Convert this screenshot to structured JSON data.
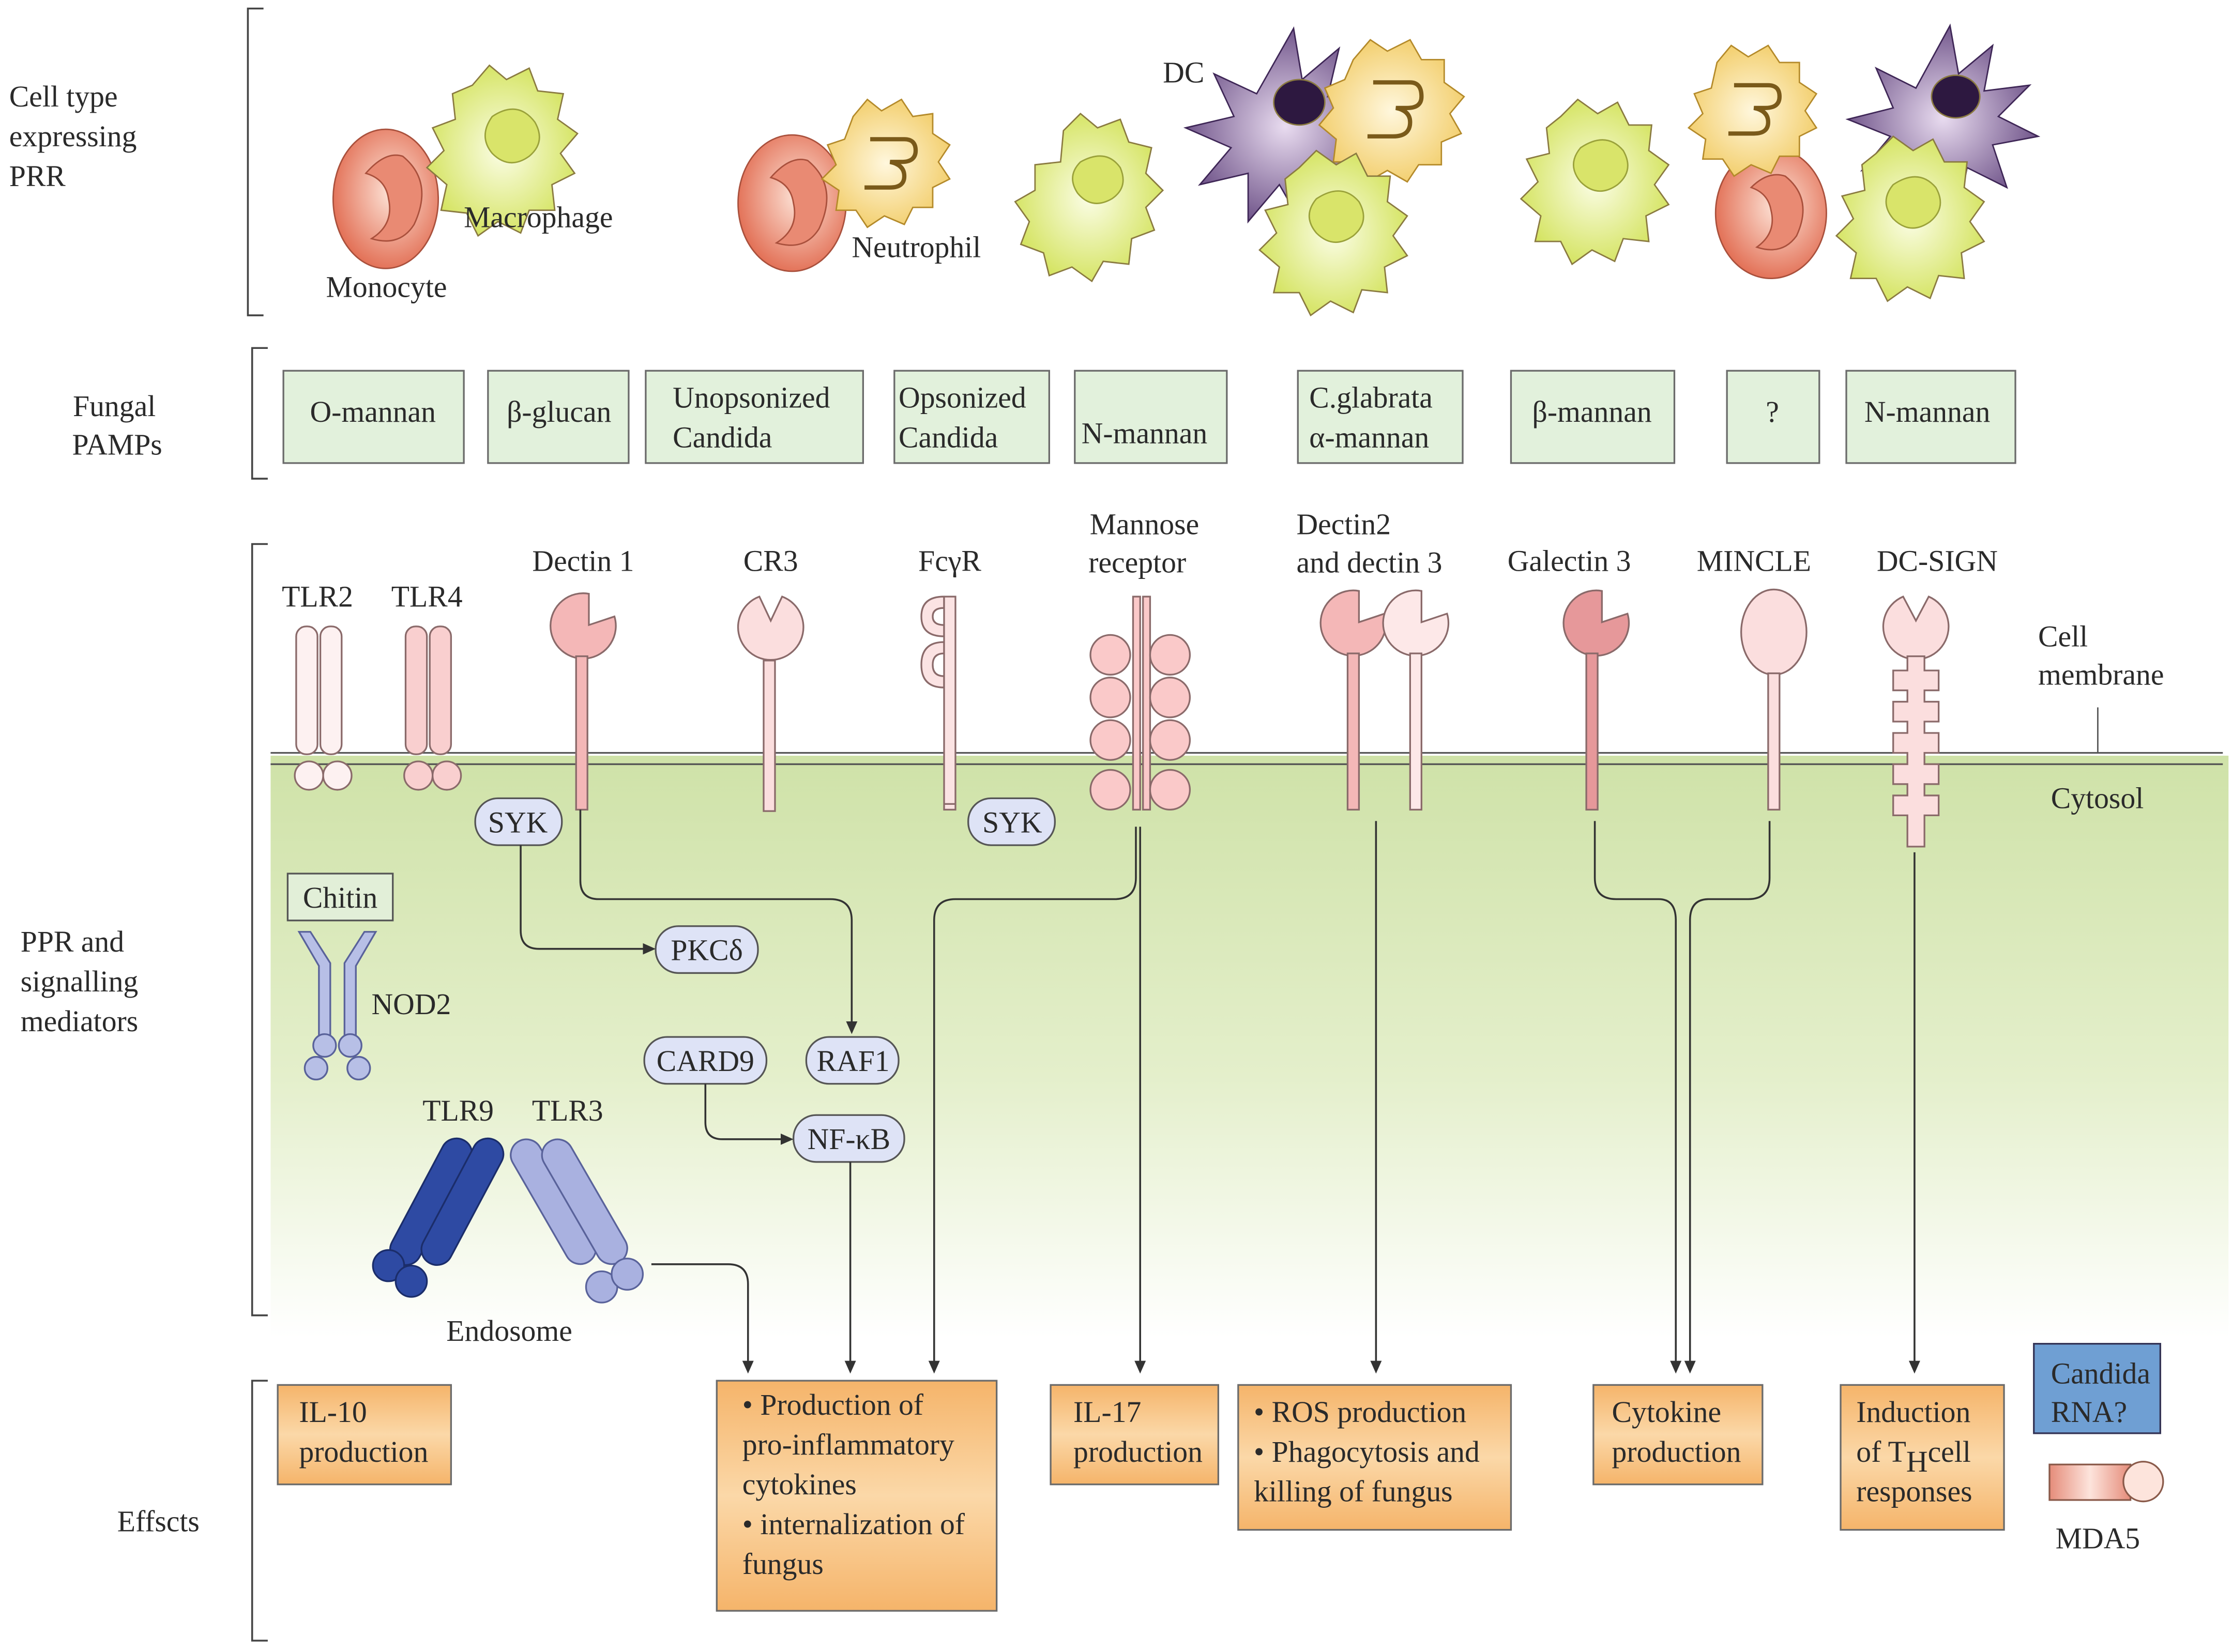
{
  "sections": {
    "cell_type": [
      "Cell type",
      "expressing",
      "PRR"
    ],
    "pamps": [
      "Fungal",
      "PAMPs"
    ],
    "ppr": [
      "PPR and",
      "signalling",
      "mediators"
    ],
    "effects": "Effscts"
  },
  "cells": {
    "macrophage": "Macrophage",
    "monocyte": "Monocyte",
    "neutrophil": "Neutrophil",
    "dc": "DC"
  },
  "pamps": [
    [
      "O-mannan"
    ],
    [
      "β-glucan"
    ],
    [
      "Unopsonized",
      "Candida"
    ],
    [
      "Opsonized",
      "Candida"
    ],
    [
      "N-mannan"
    ],
    [
      "C.glabrata",
      "α-mannan"
    ],
    [
      "β-mannan"
    ],
    [
      "?"
    ],
    [
      "N-mannan"
    ]
  ],
  "receptors": {
    "tlr2": "TLR2",
    "tlr4": "TLR4",
    "dectin1": "Dectin 1",
    "cr3": "CR3",
    "fcgr": "FcγR",
    "mannose": [
      "Mannose",
      "receptor"
    ],
    "dectin23": [
      "Dectin2",
      "and dectin 3"
    ],
    "galectin3": "Galectin 3",
    "mincle": "MINCLE",
    "dcsign": "DC-SIGN",
    "tlr9": "TLR9",
    "tlr3": "TLR3",
    "nod2": "NOD2",
    "mda5": "MDA5"
  },
  "compartments": {
    "membrane": [
      "Cell",
      "membrane"
    ],
    "cytosol": "Cytosol",
    "endosome": "Endosome"
  },
  "mediators": {
    "syk": "SYK",
    "pkcd": "PKCδ",
    "raf1": "RAF1",
    "card9": "CARD9",
    "nfkb": "NF-κB",
    "chitin": "Chitin"
  },
  "rna": [
    "Candida",
    "RNA?"
  ],
  "effects": {
    "il10": [
      "IL-10",
      "production"
    ],
    "proinflam": [
      "• Production of",
      "pro-inflammatory",
      "cytokines",
      "• internalization of",
      "fungus"
    ],
    "il17": [
      "IL-17",
      "production"
    ],
    "ros": [
      "• ROS production",
      "• Phagocytosis and",
      "killing of fungus"
    ],
    "cytokine": [
      "Cytokine",
      "production"
    ],
    "th_line1": "Induction",
    "th_of": "of T",
    "th_sub": "H",
    "th_cell": "cell",
    "th_line3": "responses"
  },
  "colors": {
    "pamp_fill": "#e2f1dc",
    "effect_fill": "#f7c27f",
    "cytosol_top": "#cfe2a8",
    "tlr9": "#2e4aa3",
    "tlr3": "#a9b1e0",
    "rna_box": "#6f9fd3"
  }
}
